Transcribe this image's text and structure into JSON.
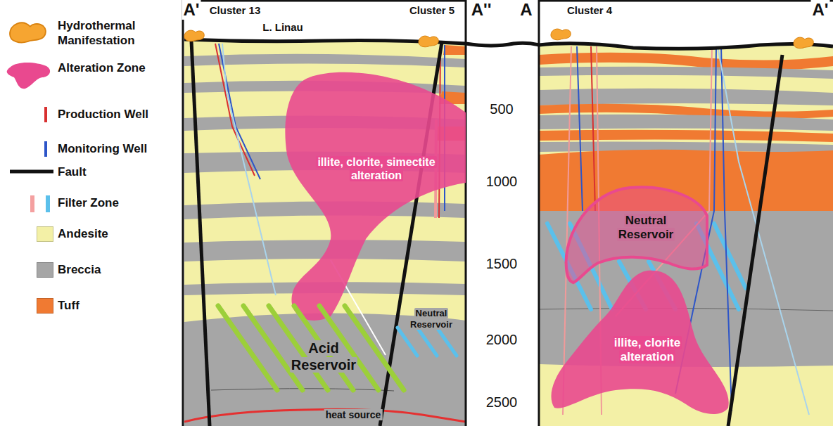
{
  "diagram": {
    "nodes": [
      {
        "text": [
          "illite, clorite, simectite alteration"
        ]
      },
      {
        "text": [
          "Acid Reservoir"
        ]
      },
      {
        "text": [
          "Neutral Reservoir"
        ]
      },
      {
        "text": [
          "Neutral Reservoir"
        ]
      },
      {
        "text": [
          "illite, clorite alteration"
        ]
      }
    ],
    "labels": [
      "A'",
      "Cluster 13",
      "L. Linau",
      "Cluster 5",
      "A''",
      "A",
      "Cluster 4",
      "A'",
      "500",
      "1000",
      "1500",
      "2000",
      "2500",
      "heat source"
    ],
    "legend": [
      {
        "text": "Hydrothermal Manifestation"
      },
      {
        "text": "Alteration Zone"
      },
      {
        "text": "Production Well"
      },
      {
        "text": "Monitoring Well"
      },
      {
        "text": "Fault"
      },
      {
        "text": "Filter Zone"
      },
      {
        "text": "Andesite",
        "color": "#f3f0a6"
      },
      {
        "text": "Breccia",
        "color": "#a6a6a6"
      },
      {
        "text": "Tuff",
        "color": "#f07a32"
      }
    ]
  }
}
